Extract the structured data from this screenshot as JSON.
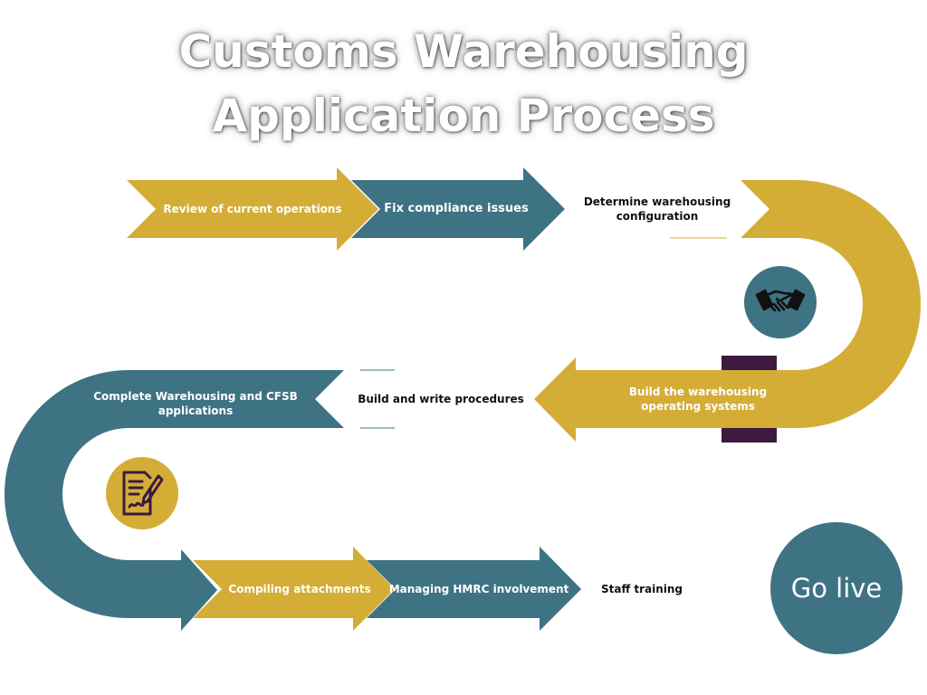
{
  "title": {
    "line1": "Customs Warehousing",
    "line2": "Application Process"
  },
  "steps": {
    "review": "Review of current operations",
    "fix": "Fix compliance issues",
    "determine_1": "Determine warehousing",
    "determine_2": "configuration",
    "build_systems_1": "Build the warehousing",
    "build_systems_2": "operating systems",
    "build_procedures": "Build and write procedures",
    "complete_1": "Complete Warehousing and CFSB",
    "complete_2": "applications",
    "compiling": "Compiling attachments",
    "managing": "Managing HMRC involvement",
    "training": "Staff training",
    "go_live": "Go live"
  },
  "icons": {
    "handshake": "handshake-icon",
    "document": "document-pen-icon"
  },
  "colors": {
    "gold": "#d4ad37",
    "teal": "#3e7383",
    "purple": "#3d1a3f",
    "background": "#ffffff"
  }
}
